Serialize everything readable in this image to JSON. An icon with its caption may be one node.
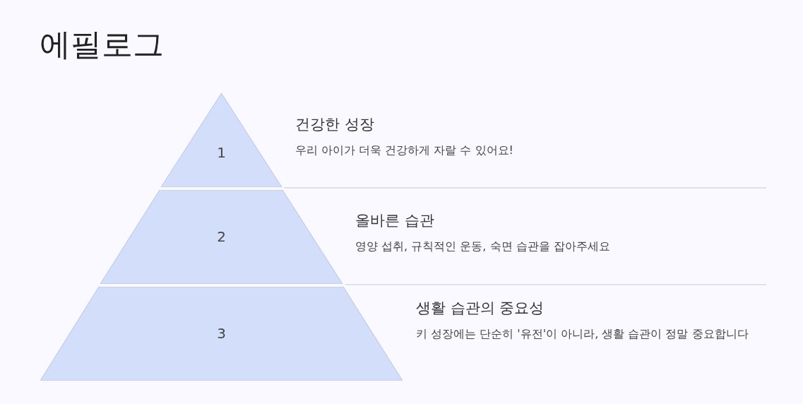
{
  "diagram": {
    "title": "에필로그",
    "nodes": [
      {
        "text": [
          "1"
        ],
        "beside": [
          "건강한 성장",
          "우리 아이가 더욱 건강하게 자랄 수 있어요!"
        ]
      },
      {
        "text": [
          "2"
        ],
        "beside": [
          "올바른 습관",
          "영양 섭취, 규칙적인 운동, 숙면 습관을 잡아주세요"
        ]
      },
      {
        "text": [
          "3"
        ],
        "beside": [
          "생활 습관의 중요성",
          "키 성장에는 단순히 '유전'이 아니라, 생활 습관이 정말 중요합니다"
        ]
      }
    ],
    "edges": []
  }
}
